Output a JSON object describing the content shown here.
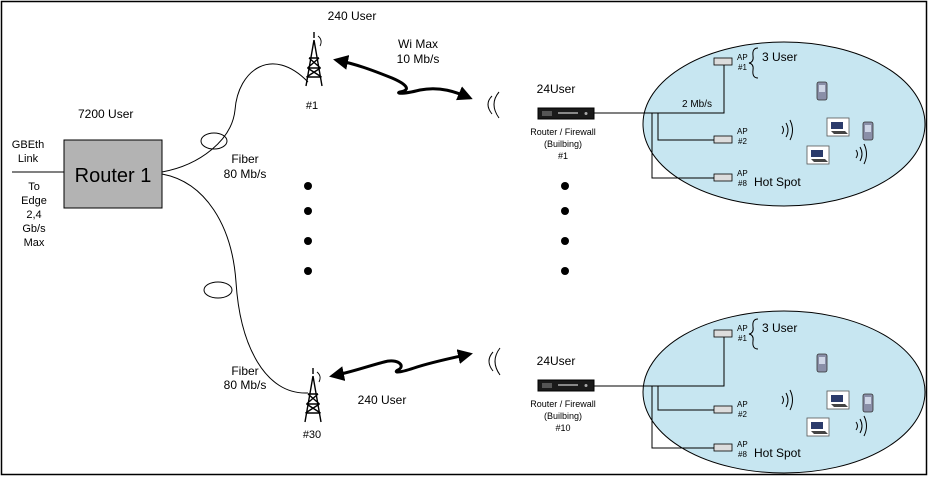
{
  "colors": {
    "router_fill": "#b3b3b3",
    "cell_fill": "#c7e6f1",
    "frame": "#000000"
  },
  "core": {
    "router_label": "Router 1",
    "user_count": "7200 User",
    "uplink_lines": [
      "GBEth",
      "Link"
    ],
    "edge_lines": [
      "To",
      "Edge",
      "2,4",
      "Gb/s",
      "Max"
    ]
  },
  "top_branch": {
    "fiber_lines": [
      "Fiber",
      "80 Mb/s"
    ],
    "tower_label": "#1",
    "tower_users": "240 User",
    "wimax_lines": [
      "Wi Max",
      "10 Mb/s"
    ],
    "building_users": "24User",
    "building_lines": [
      "Router / Firewall",
      "(Builbing)",
      "#1"
    ],
    "cell": {
      "link_speed": "2 Mb/s",
      "ap_top": [
        "AP",
        "#1"
      ],
      "ap_top_users": "3 User",
      "ap_mid": [
        "AP",
        "#2"
      ],
      "ap_bot": [
        "AP",
        "#8"
      ],
      "hotspot": "Hot Spot"
    }
  },
  "bottom_branch": {
    "fiber_lines": [
      "Fiber",
      "80 Mb/s"
    ],
    "tower_label": "#30",
    "tower_users": "240 User",
    "building_users": "24User",
    "building_lines": [
      "Router / Firewall",
      "(Builbing)",
      "#10"
    ],
    "cell": {
      "ap_top": [
        "AP",
        "#1"
      ],
      "ap_top_users": "3 User",
      "ap_mid": [
        "AP",
        "#2"
      ],
      "ap_bot": [
        "AP",
        "#8"
      ],
      "hotspot": "Hot Spot"
    }
  }
}
